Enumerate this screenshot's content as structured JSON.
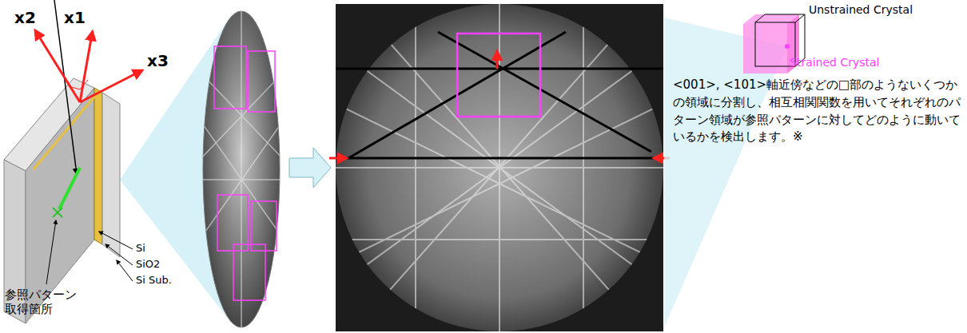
{
  "diagram": {
    "labels": [
      "x2",
      "x1",
      "x3",
      "Si",
      "SiO2",
      "Si Sub.",
      "参照パターン 取得箇所",
      "Unstrained Crystal",
      "Strained Crystal",
      "<001>, <101>軸近傍などの□部のようないくつかの領域に分割し、相互相関関数を用いてそれぞれのパターン領域が参照パターンに対してどのように動いているかを検出します。※"
    ]
  }
}
